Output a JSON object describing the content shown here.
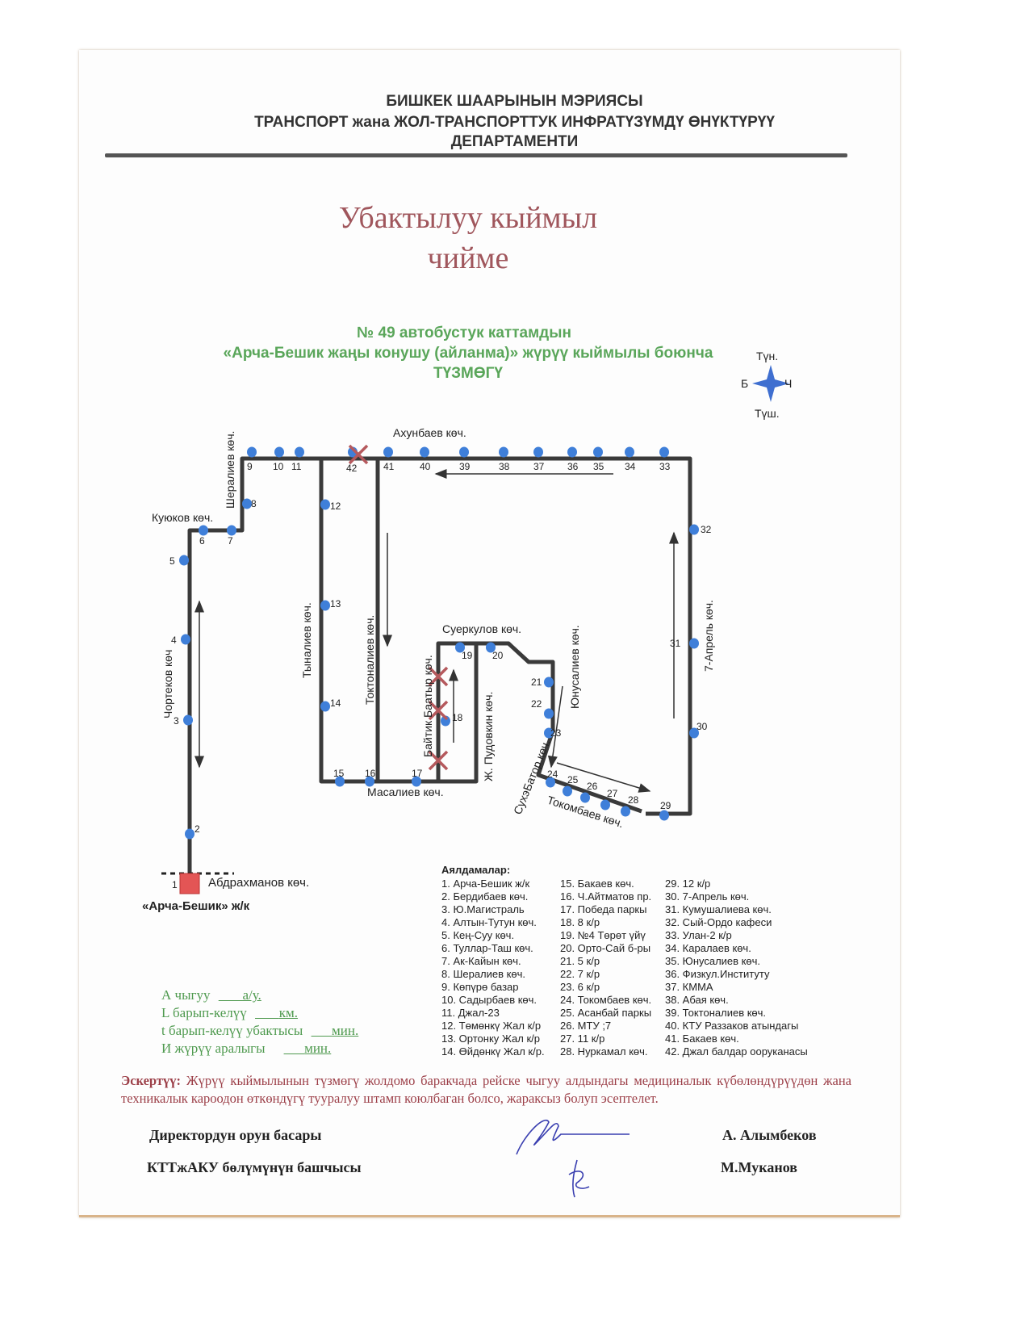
{
  "header": {
    "line1": "БИШКЕК ШААРЫНЫН МЭРИЯСЫ",
    "line2": "ТРАНСПОРТ жана ЖОЛ-ТРАНСПОРТТУК ИНФРАТҮЗҮМДҮ ӨНҮКТҮРҮҮ",
    "line3": "ДЕПАРТАМЕНТИ"
  },
  "title": {
    "line1": "Убактылуу кыймыл",
    "line2": "чийме"
  },
  "subtitle": {
    "line1": "№ 49  автобустук каттамдын",
    "line2": "«Арча-Бешик жаңы конушу (айланма)» жүрүү кыймылы боюнча",
    "line3": "ТҮЗМӨГҮ"
  },
  "compass": {
    "north": "Түн.",
    "south": "Түш.",
    "west": "Б",
    "east": "Ч"
  },
  "streets": {
    "akhunbaev": "Ахунбаев көч.",
    "sheraliev": "Шералиев көч.",
    "kuyukov": "Куюков көч.",
    "chortekov": "Чортеков көч",
    "tynaliev": "Тыналиев көч.",
    "toktonaliev": "Токтоналиев көч.",
    "suerkulov": "Суеркулов көч.",
    "baitik": "Байтик Баатыр көч.",
    "pudovkin": "Ж. Пудовкин көч.",
    "yunusaliev": "Юнусалиев көч.",
    "april7": "7-Апрель көч.",
    "masaliev": "Масалиев көч.",
    "sukhebator": "СухэБатор көч.",
    "tokombaev": "Токомбаев көч.",
    "abdrakhmanov": "Абдрахманов көч.",
    "terminal": "«Арча-Бешик» ж/к"
  },
  "map": {
    "stop_labels": [
      "1",
      "2",
      "3",
      "4",
      "5",
      "6",
      "7",
      "8",
      "9",
      "10",
      "11",
      "12",
      "13",
      "14",
      "15",
      "16",
      "17",
      "18",
      "19",
      "20",
      "21",
      "22",
      "23",
      "24",
      "25",
      "26",
      "27",
      "28",
      "29",
      "30",
      "31",
      "32",
      "33",
      "34",
      "35",
      "36",
      "37",
      "38",
      "39",
      "40",
      "41",
      "42"
    ],
    "route_color": "#3a3a3a",
    "stop_color": "#3f7fd9",
    "closed_color": "#b5595d",
    "terminal_color": "#e35555"
  },
  "stops_title": "Аялдамалар:",
  "stops": [
    "1. Арча-Бешик ж/к",
    "2. Бердибаев көч.",
    "3. Ю.Магистраль",
    "4. Алтын-Тутун көч.",
    "5. Кең-Суу көч.",
    "6. Туллар-Таш көч.",
    "7. Ак-Кайын көч.",
    "8. Шералиев көч.",
    "9. Көпүрө базар",
    "10. Садырбаев көч.",
    "11. Джал-23",
    "12. Төмөнкү Жал к/р",
    "13. Ортонку Жал к/р",
    "14. Өйдөнкү Жал к/р.",
    "15.  Бакаев көч.",
    "16. Ч.Айтматов пр.",
    "17. Победа паркы",
    "18. 8 к/р",
    "19. №4 Төрөт үйү",
    "20. Орто-Сай б-ры",
    "21. 5 к/р",
    "22. 7 к/р",
    "23. 6 к/р",
    "24. Токомбаев көч.",
    "25. Асанбай паркы",
    "26. МТУ ;7",
    "27. 11 к/р",
    "28. Нуркамал көч.",
    "29. 12 к/р",
    "30. 7-Апрель көч.",
    "31. Кумушалиева көч.",
    "32. Сый-Ордо кафеси",
    "33. Улан-2 к/р",
    "34. Каралаев көч.",
    "35. Юнусалиев көч.",
    "36. Физкул.Институту",
    "37. КММА",
    "38. Абая көч.",
    "39. Токтоналиев көч.",
    "40. КТУ Раззаков атындагы",
    "41. Бакаев көч.",
    "42. Джал балдар ооруканасы"
  ],
  "params": [
    {
      "label": "А чыгуу",
      "unit": "а/у."
    },
    {
      "label": "L барып-келүү",
      "unit": "км."
    },
    {
      "label": "t барып-келүү убактысы",
      "unit": "мин."
    },
    {
      "label": "И жүрүү аралыгы",
      "unit": "мин."
    }
  ],
  "note": {
    "label": "Эскертүү:",
    "text": "Жүрүү кыймылынын түзмөгү жолдомо баракчада рейске чыгуу алдындагы медициналык күбөлөндүрүүдөн жана техникалык кароодон өткөндүгү тууралуу штамп коюлбаган болсо, жараксыз болуп эсептелет."
  },
  "signatures": [
    {
      "position": "Директордун орун басары",
      "name": "А. Алымбеков"
    },
    {
      "position": "КТТжАКУ  бөлүмүнүн башчысы",
      "name": "М.Муканов"
    }
  ]
}
